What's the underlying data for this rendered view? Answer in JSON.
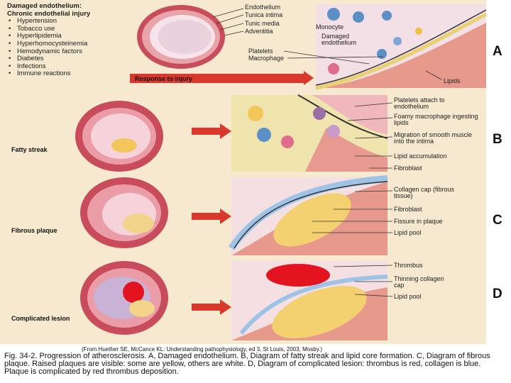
{
  "risk_factors": {
    "heading": "Damaged endothelium:",
    "subheading": "Chronic endothelial injury",
    "items": [
      "Hypertension",
      "Tobacco use",
      "Hyperlipidemia",
      "Hyperhomocysteinemia",
      "Hemodynamic factors",
      "Diabetes",
      "Infections",
      "Immune reactions"
    ]
  },
  "panel_a": {
    "letter": "A",
    "vessel_labels": [
      "Endothelium",
      "Tunica intima",
      "Tunic media",
      "Adventitia"
    ],
    "monocyte": "Monocyte",
    "damaged": "Damaged endothelium",
    "platelets": "Platelets",
    "macrophage": "Macrophage",
    "lipids": "Lipids",
    "response": "Response to injury"
  },
  "panel_b": {
    "letter": "B",
    "stage": "Fatty streak",
    "labels": [
      "Platelets attach to endothelium",
      "Foamy macrophage ingesting lipids",
      "Migration of smooth muscle into the intima",
      "Lipid accumulation",
      "Fibroblast"
    ]
  },
  "panel_c": {
    "letter": "C",
    "stage": "Fibrous plaque",
    "labels": [
      "Collagen cap (fibrous tissue)",
      "Fibroblast",
      "Fissure in plaque",
      "Lipid pool"
    ]
  },
  "panel_d": {
    "letter": "D",
    "stage": "Complicated lesion",
    "labels": [
      "Thrombus",
      "Thinning collagen cap",
      "Lipid pool"
    ]
  },
  "credit": "(From Huether SE, McCance KL: Understanding pathophysiology, ed 3, St Louis, 2003, Mosby.)",
  "caption": "Fig. 34-2. Progression of atherosclerosis. A, Damaged endothelium. B, Diagram of fatty streak and lipid core formation. C, Diagram of fibrous plaque. Raised plaques are visible: some are yellow, others are white. D, Diagram of complicated lesion: thrombus is red, collagen is blue. Plaque is complicated by red thrombus deposition.",
  "colors": {
    "panel": "#f6e9cf",
    "vessel": "#c94c5c",
    "lumen": "#f3d6dc",
    "arrow": "#d9382c",
    "lipid": "#f3d070",
    "thrombus": "#e3141f",
    "collagen": "#9fc3e6"
  }
}
